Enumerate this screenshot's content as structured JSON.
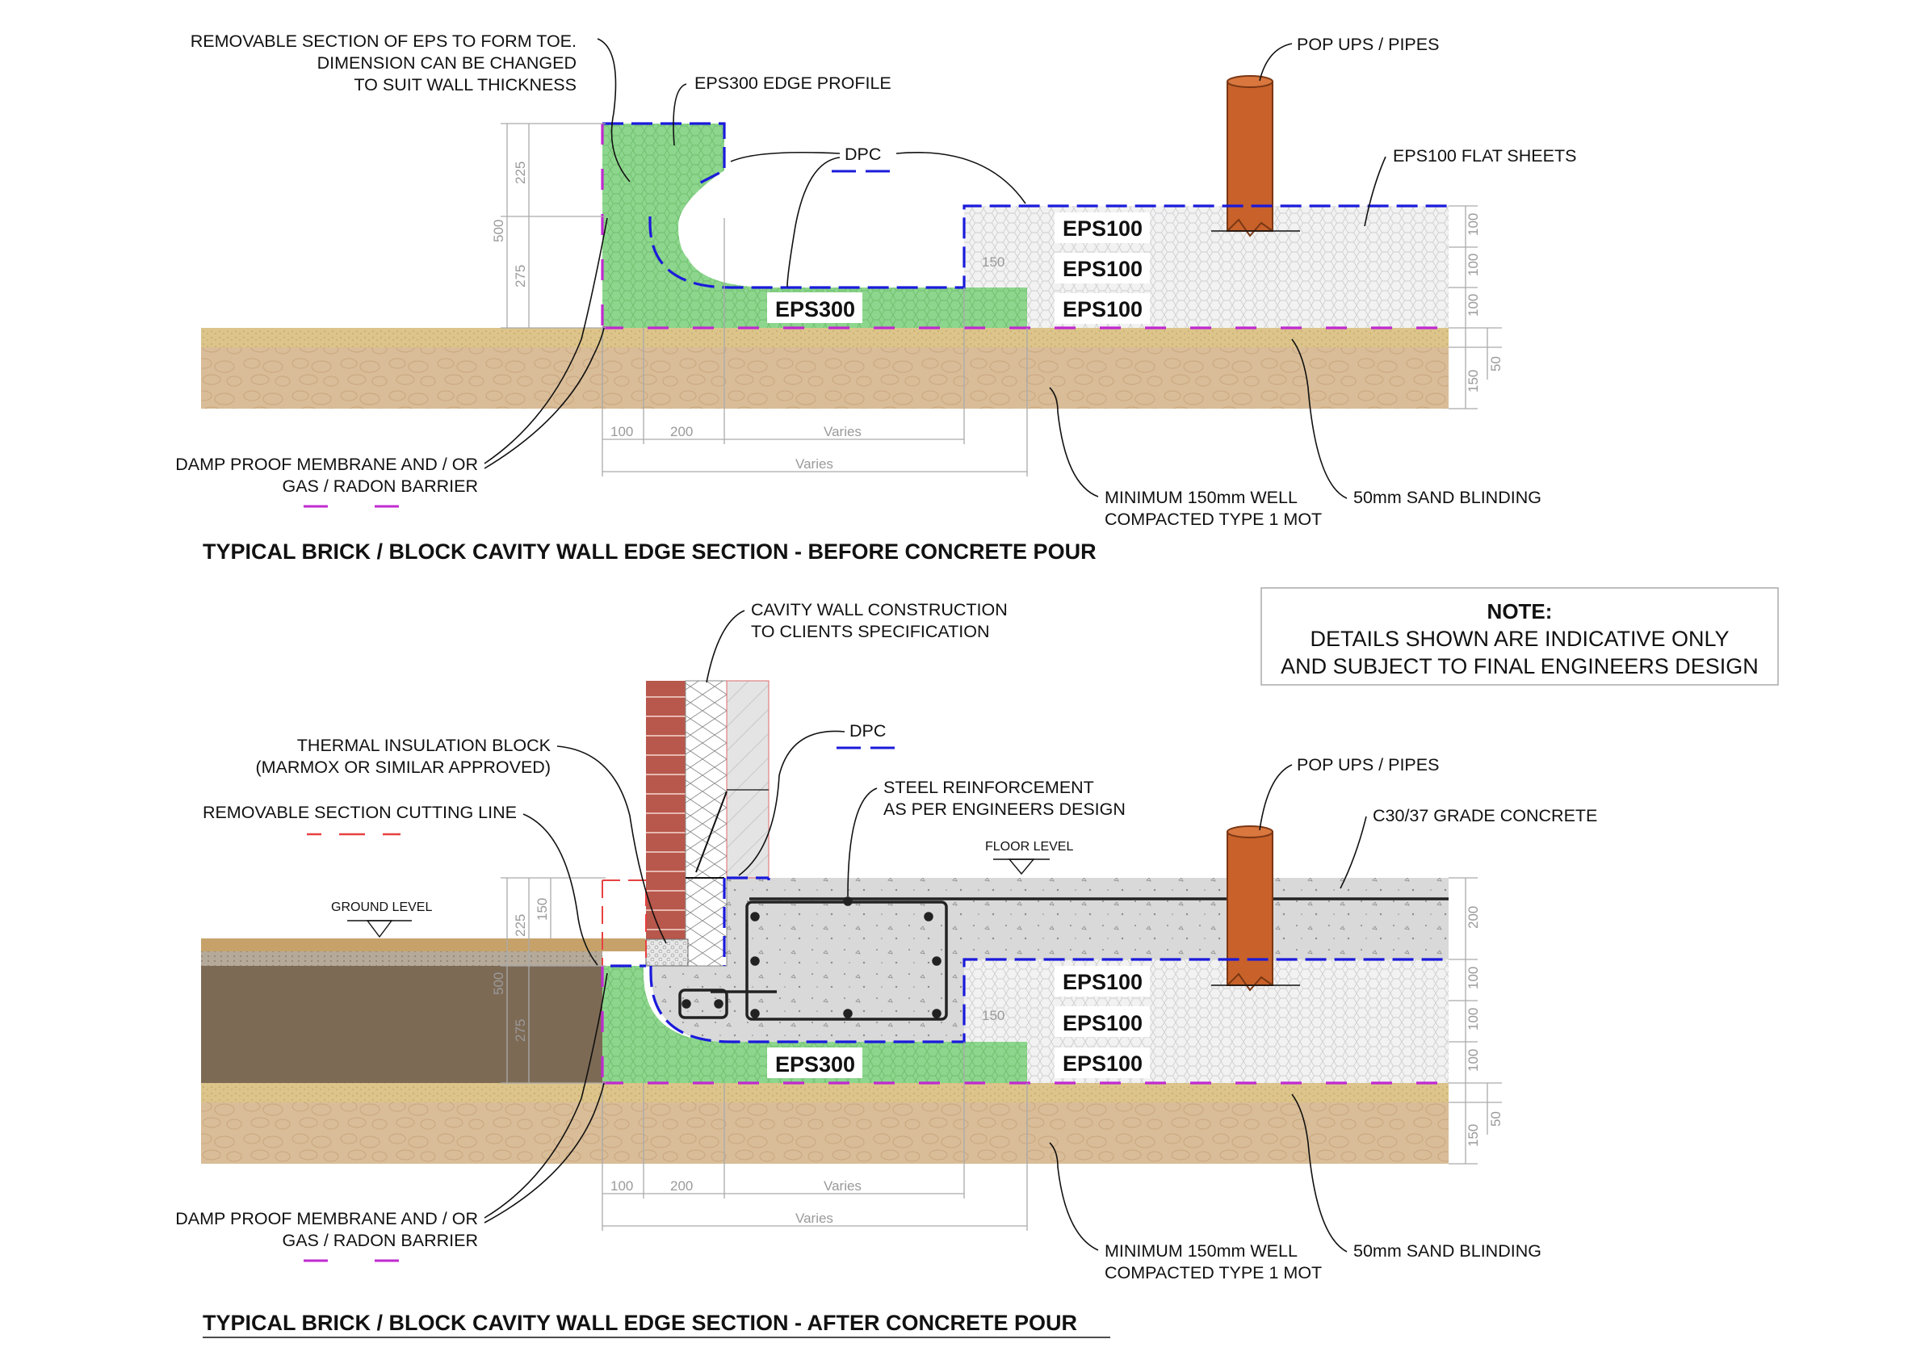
{
  "colors": {
    "eps300_fill": "#8dd68d",
    "eps100_fill": "#f2f2f2",
    "sand_fill": "#dcc48a",
    "mot_fill": "#d9bd98",
    "concrete_fill": "#d7d7d7",
    "pipe_fill": "#c8622a",
    "brick_fill": "#b8574b",
    "soil_fill": "#7d6a55",
    "dpc_line": "#1a1adb",
    "dpm_line": "#c02ad0",
    "cut_line": "#e84040"
  },
  "top": {
    "title": "TYPICAL BRICK / BLOCK CAVITY WALL EDGE SECTION - BEFORE CONCRETE POUR",
    "labels": {
      "removable_eps": [
        "REMOVABLE SECTION OF EPS TO FORM TOE.",
        "DIMENSION CAN BE CHANGED",
        "TO SUIT WALL THICKNESS"
      ],
      "edge_profile": "EPS300 EDGE PROFILE",
      "dpc": "DPC",
      "pop_ups": "POP UPS / PIPES",
      "eps100_flat": "EPS100 FLAT SHEETS",
      "dpm": [
        "DAMP PROOF MEMBRANE AND / OR",
        "GAS / RADON BARRIER"
      ],
      "mot": [
        "MINIMUM 150mm WELL",
        "COMPACTED TYPE 1 MOT"
      ],
      "sand": "50mm SAND BLINDING"
    },
    "materials": {
      "eps300": "EPS300",
      "eps100_layers": [
        "EPS100",
        "EPS100",
        "EPS100"
      ]
    },
    "dimensions": {
      "left_total": "500",
      "left_upper": "225",
      "left_lower": "275",
      "right_layers": [
        "100",
        "100",
        "100"
      ],
      "right_sand": "50",
      "right_mot": "150",
      "step": "150",
      "bottom_a": "100",
      "bottom_b": "200",
      "bottom_c": "Varies",
      "bottom_total": "Varies"
    }
  },
  "bottom": {
    "title": "TYPICAL BRICK / BLOCK CAVITY WALL EDGE SECTION - AFTER CONCRETE POUR",
    "labels": {
      "cavity_wall": [
        "CAVITY WALL CONSTRUCTION",
        "TO CLIENTS SPECIFICATION"
      ],
      "dpc": "DPC",
      "thermal_block": [
        "THERMAL INSULATION BLOCK",
        "(MARMOX OR SIMILAR APPROVED)"
      ],
      "cutting_line": "REMOVABLE SECTION CUTTING LINE",
      "steel": [
        "STEEL REINFORCEMENT",
        "AS PER ENGINEERS DESIGN"
      ],
      "pop_ups": "POP UPS / PIPES",
      "concrete": "C30/37 GRADE CONCRETE",
      "floor_level": "FLOOR LEVEL",
      "ground_level": "GROUND LEVEL",
      "dpm": [
        "DAMP PROOF MEMBRANE AND / OR",
        "GAS / RADON BARRIER"
      ],
      "mot": [
        "MINIMUM 150mm WELL",
        "COMPACTED TYPE 1 MOT"
      ],
      "sand": "50mm SAND BLINDING"
    },
    "materials": {
      "eps300": "EPS300",
      "eps100_layers": [
        "EPS100",
        "EPS100",
        "EPS100"
      ]
    },
    "dimensions": {
      "left_total": "500",
      "left_upper": "225",
      "left_lower": "275",
      "left_150": "150",
      "right_concrete": "200",
      "right_layers": [
        "100",
        "100",
        "100"
      ],
      "right_sand": "50",
      "right_mot": "150",
      "step": "150",
      "bottom_a": "100",
      "bottom_b": "200",
      "bottom_c": "Varies",
      "bottom_total": "Varies"
    }
  },
  "note": {
    "heading": "NOTE:",
    "lines": [
      "DETAILS SHOWN ARE INDICATIVE ONLY",
      "AND SUBJECT TO FINAL ENGINEERS DESIGN"
    ]
  }
}
